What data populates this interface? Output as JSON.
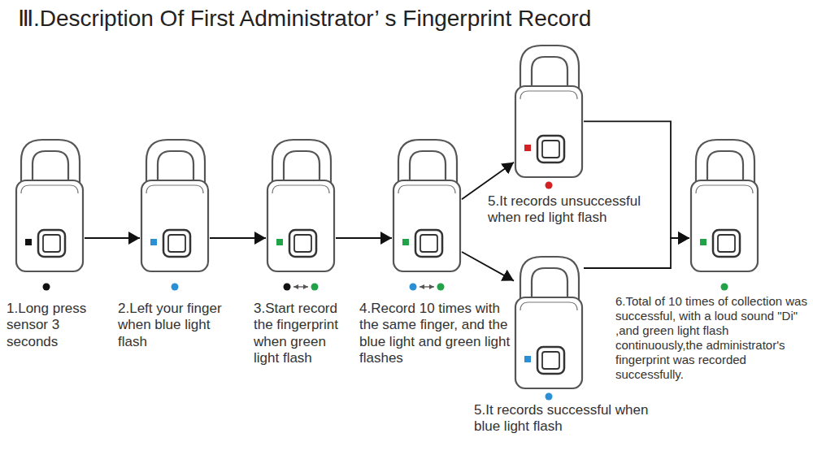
{
  "diagram": {
    "title": "Ⅲ.Description Of First Administrator’ s Fingerprint Record",
    "nodes": [
      {
        "text": [
          "1.Long press sensor 3 seconds"
        ]
      },
      {
        "text": [
          "2.Left your finger when blue light flash"
        ]
      },
      {
        "text": [
          "3.Start record the fingerprint when green light flash"
        ]
      },
      {
        "text": [
          "4.Record 10 times with the same finger, and the blue light and green light flashes"
        ]
      },
      {
        "text": [
          "5.It records unsuccessful when red light flash"
        ]
      },
      {
        "text": [
          "5.It records successful when blue light flash"
        ]
      },
      {
        "text": [
          "6.Total of 10 times of collection was successful, with a loud sound \"Di\" ,and green light flash continuously,the administrator's fingerprint was recorded successfully."
        ]
      }
    ],
    "edges": [
      {
        "from": 0,
        "to": 1,
        "arrow": "to"
      },
      {
        "from": 1,
        "to": 2,
        "arrow": "to"
      },
      {
        "from": 2,
        "to": 3,
        "arrow": "to"
      },
      {
        "from": 3,
        "to": 4,
        "arrow": "to"
      },
      {
        "from": 3,
        "to": 5,
        "arrow": "to"
      },
      {
        "from": 4,
        "to": 6,
        "arrow": "to"
      },
      {
        "from": 5,
        "to": 6,
        "arrow": "to"
      }
    ]
  }
}
